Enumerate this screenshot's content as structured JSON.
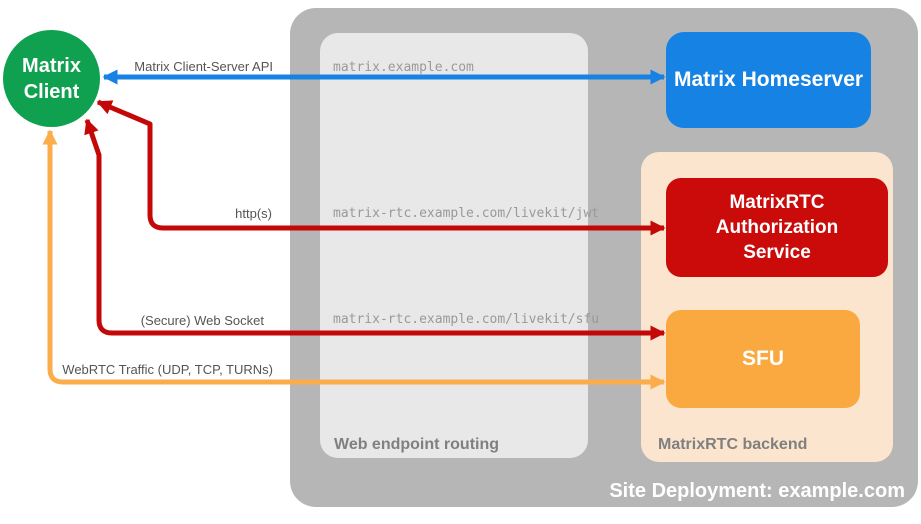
{
  "title": "MatrixRTC site deployment diagram",
  "client": {
    "label_line1": "Matrix",
    "label_line2": "Client",
    "color": "#10a150"
  },
  "homeserver": {
    "label": "Matrix Homeserver",
    "color": "#1682e3"
  },
  "auth_service": {
    "label": "MatrixRTC Authorization Service",
    "color": "#cb0a0a"
  },
  "sfu": {
    "label": "SFU",
    "color": "#f9a93f"
  },
  "containers": {
    "site": {
      "label": "Site Deployment: example.com",
      "color": "#b6b6b6"
    },
    "routing": {
      "label": "Web endpoint routing",
      "color": "#e8e8e8"
    },
    "backend": {
      "label": "MatrixRTC backend",
      "color": "#fce5ce"
    }
  },
  "edges": {
    "api": {
      "label": "Matrix Client-Server API",
      "endpoint": "matrix.example.com",
      "color": "#1682e3",
      "bidirectional": true
    },
    "http": {
      "label": "http(s)",
      "endpoint": "matrix-rtc.example.com/livekit/jwt",
      "color": "#c40808",
      "bidirectional": true
    },
    "websocket": {
      "label": "(Secure) Web Socket",
      "endpoint": "matrix-rtc.example.com/livekit/sfu",
      "color": "#c40808",
      "bidirectional": true
    },
    "webrtc": {
      "label": "WebRTC Traffic (UDP, TCP, TURNs)",
      "color": "#faad4a",
      "bidirectional": true
    }
  }
}
